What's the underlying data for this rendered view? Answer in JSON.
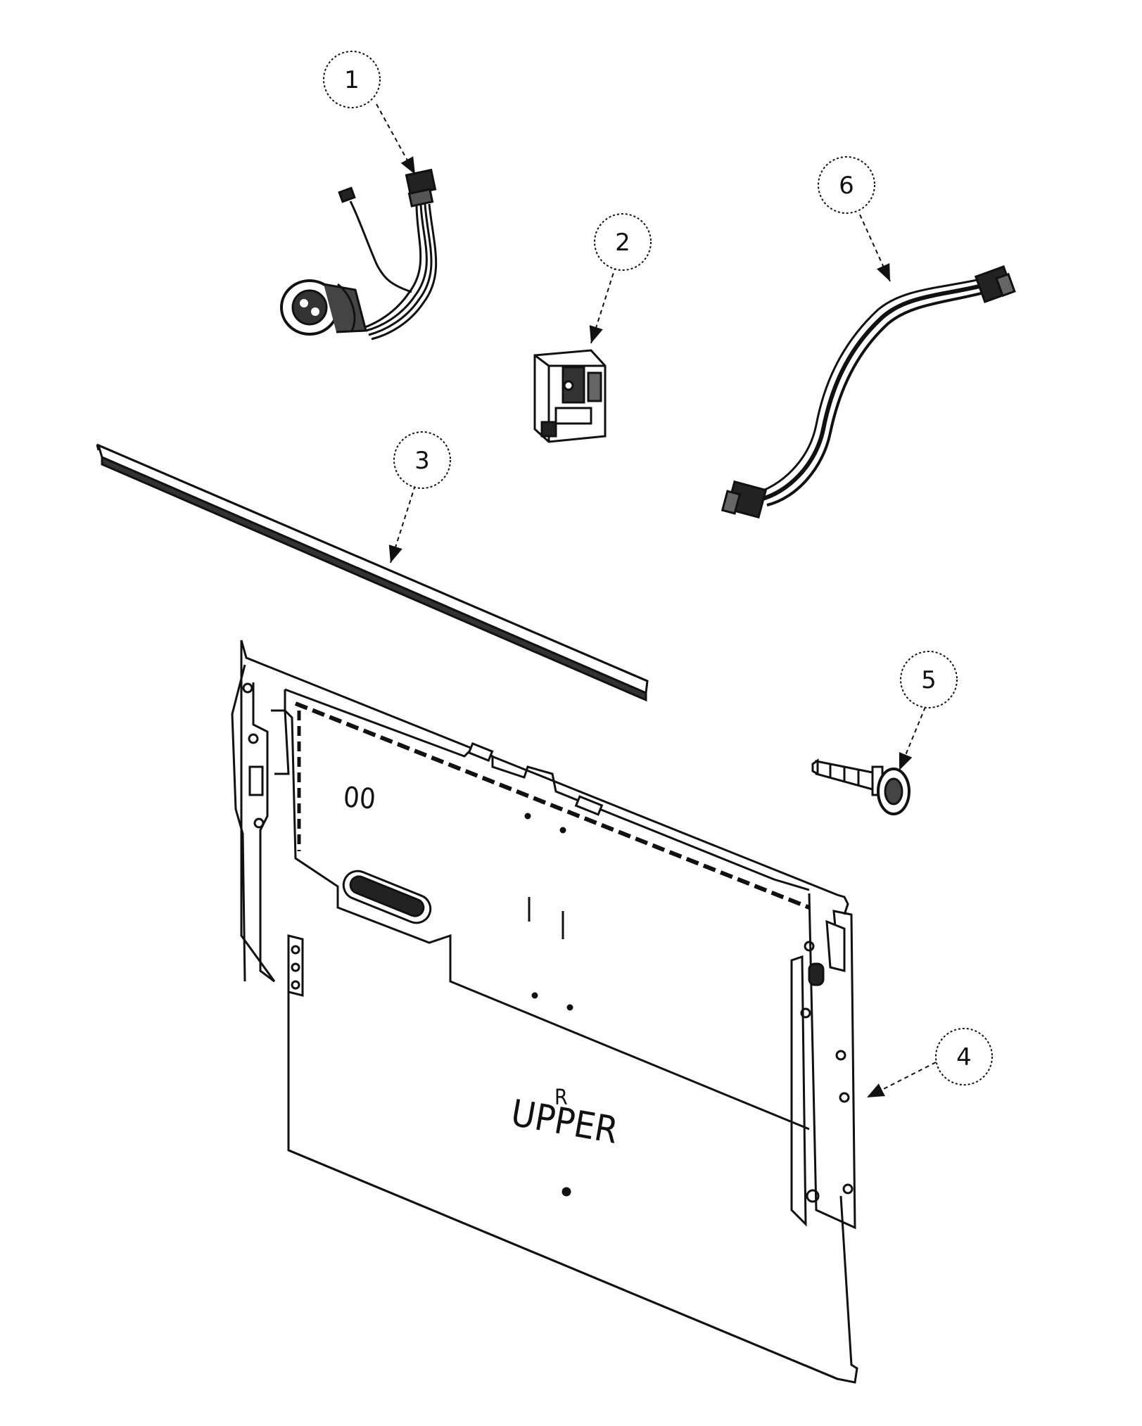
{
  "diagram": {
    "callouts": [
      {
        "id": "1",
        "label": "1"
      },
      {
        "id": "2",
        "label": "2"
      },
      {
        "id": "3",
        "label": "3"
      },
      {
        "id": "4",
        "label": "4"
      },
      {
        "id": "5",
        "label": "5"
      },
      {
        "id": "6",
        "label": "6"
      }
    ],
    "panel": {
      "marking_small": "R",
      "marking_large": "UPPER",
      "slot_mark": "00"
    },
    "colors": {
      "ink": "#111111",
      "background": "#ffffff"
    }
  }
}
